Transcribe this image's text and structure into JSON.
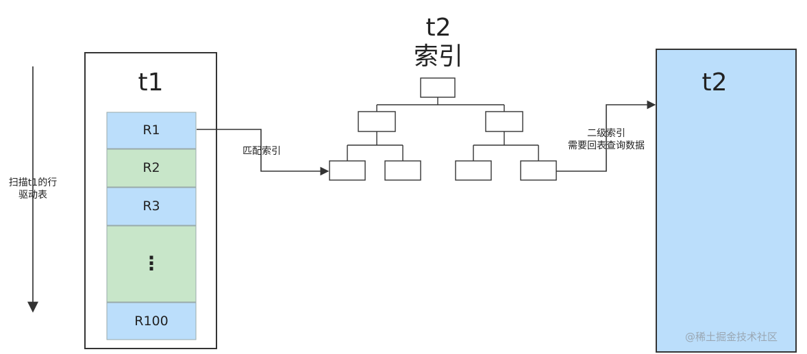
{
  "scan_note": {
    "line1": "扫描t1的行",
    "line2": "驱动表"
  },
  "table_t1": {
    "title": "t1",
    "rows": [
      {
        "label": "R1",
        "color": "#bbdefb"
      },
      {
        "label": "R2",
        "color": "#c8e6c9"
      },
      {
        "label": "R3",
        "color": "#bbdefb"
      },
      {
        "label": "⋮",
        "color": "#c8e6c9"
      },
      {
        "label": "R100",
        "color": "#bbdefb"
      }
    ]
  },
  "match_label": "匹配索引",
  "index_title": {
    "line1": "t2",
    "line2": "索引"
  },
  "lookup_label": {
    "line1": "二级索引",
    "line2": "需要回表查询数据"
  },
  "table_t2": {
    "title": "t2",
    "color": "#bbdefb"
  },
  "watermark": "@稀土掘金技术社区",
  "colors": {
    "stroke": "#333333",
    "blue": "#bbdefb",
    "green": "#c8e6c9"
  }
}
